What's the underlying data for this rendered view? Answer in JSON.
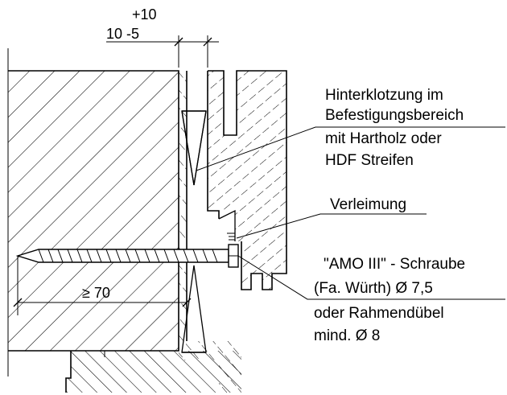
{
  "dimensions": {
    "gap_tolerance_plus": "+10",
    "gap_nominal_minus": "10 -5",
    "embed_depth": "≥ 70"
  },
  "callouts": [
    {
      "id": "packing",
      "lines": [
        "Hinterklotzung im",
        "Befestigungsbereich",
        "mit Hartholz oder",
        "HDF Streifen"
      ]
    },
    {
      "id": "glue",
      "lines": [
        "Verleimung"
      ]
    },
    {
      "id": "screw",
      "lines": [
        "\"AMO III\" - Schraube",
        "(Fa. Würth) Ø 7,5",
        "oder Rahmendübel",
        "mind. Ø 8"
      ]
    }
  ]
}
